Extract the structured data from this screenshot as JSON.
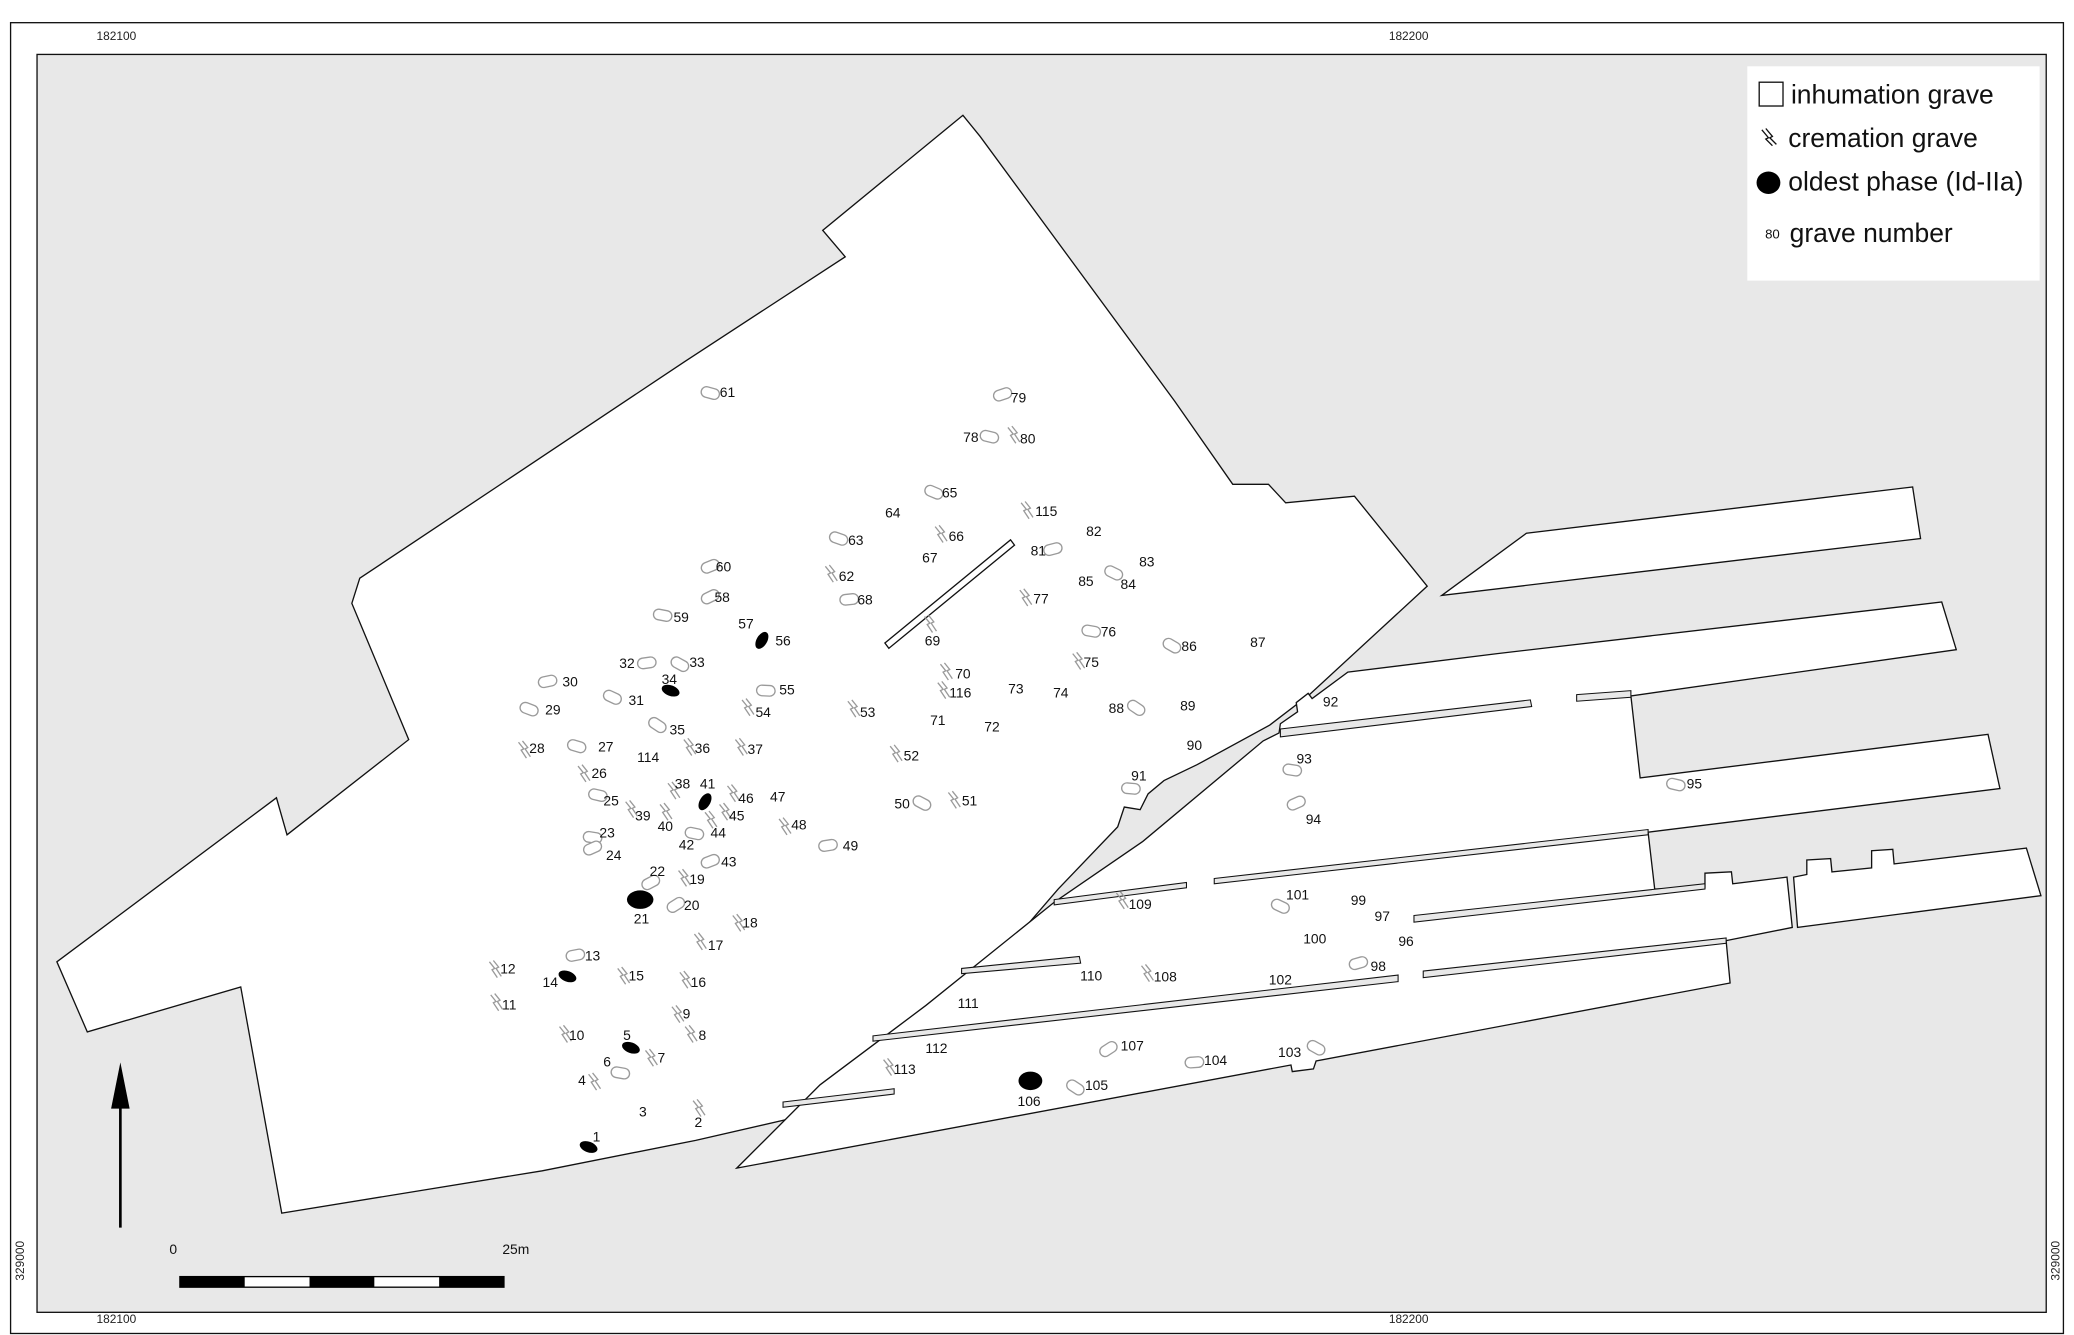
{
  "grid": {
    "easting_left": "182100",
    "easting_right": "182200",
    "northing": "329000"
  },
  "legend": {
    "items": [
      {
        "symbol": "inhumation-square",
        "label": "inhumation grave"
      },
      {
        "symbol": "cremation-zigzag",
        "label": "cremation grave"
      },
      {
        "symbol": "black-dot",
        "label": "oldest phase (Id-IIa)"
      },
      {
        "symbol": "number-sample",
        "sample": "80",
        "label": "grave number"
      }
    ]
  },
  "scale_bar": {
    "start_label": "0",
    "end_label": "25m"
  },
  "north_arrow": {
    "icon": "north-arrow-icon"
  },
  "colors": {
    "background": "#e8e8e8",
    "excavated_area": "#ffffff",
    "grave_outline": "#9a9a9a",
    "oldest_phase": "#000000"
  },
  "graves": [
    {
      "n": "1",
      "type": "oldest"
    },
    {
      "n": "2",
      "type": "cremation"
    },
    {
      "n": "3",
      "type": "none"
    },
    {
      "n": "4",
      "type": "cremation"
    },
    {
      "n": "5",
      "type": "oldest"
    },
    {
      "n": "6",
      "type": "inhumation"
    },
    {
      "n": "7",
      "type": "cremation"
    },
    {
      "n": "8",
      "type": "cremation"
    },
    {
      "n": "9",
      "type": "cremation"
    },
    {
      "n": "10",
      "type": "cremation"
    },
    {
      "n": "11",
      "type": "cremation"
    },
    {
      "n": "12",
      "type": "cremation"
    },
    {
      "n": "13",
      "type": "inhumation"
    },
    {
      "n": "14",
      "type": "oldest"
    },
    {
      "n": "15",
      "type": "cremation"
    },
    {
      "n": "16",
      "type": "cremation"
    },
    {
      "n": "17",
      "type": "cremation"
    },
    {
      "n": "18",
      "type": "cremation"
    },
    {
      "n": "19",
      "type": "cremation"
    },
    {
      "n": "20",
      "type": "inhumation"
    },
    {
      "n": "21",
      "type": "oldest"
    },
    {
      "n": "22",
      "type": "inhumation"
    },
    {
      "n": "23",
      "type": "inhumation"
    },
    {
      "n": "24",
      "type": "inhumation"
    },
    {
      "n": "25",
      "type": "inhumation"
    },
    {
      "n": "26",
      "type": "cremation"
    },
    {
      "n": "27",
      "type": "inhumation"
    },
    {
      "n": "28",
      "type": "cremation"
    },
    {
      "n": "29",
      "type": "inhumation"
    },
    {
      "n": "30",
      "type": "inhumation"
    },
    {
      "n": "31",
      "type": "inhumation"
    },
    {
      "n": "32",
      "type": "inhumation"
    },
    {
      "n": "33",
      "type": "inhumation"
    },
    {
      "n": "34",
      "type": "oldest"
    },
    {
      "n": "35",
      "type": "inhumation"
    },
    {
      "n": "36",
      "type": "cremation"
    },
    {
      "n": "37",
      "type": "cremation"
    },
    {
      "n": "38",
      "type": "cremation"
    },
    {
      "n": "39",
      "type": "cremation"
    },
    {
      "n": "40",
      "type": "cremation"
    },
    {
      "n": "41",
      "type": "oldest"
    },
    {
      "n": "42",
      "type": "inhumation"
    },
    {
      "n": "43",
      "type": "inhumation"
    },
    {
      "n": "44",
      "type": "cremation"
    },
    {
      "n": "45",
      "type": "cremation"
    },
    {
      "n": "46",
      "type": "cremation"
    },
    {
      "n": "47",
      "type": "none"
    },
    {
      "n": "48",
      "type": "cremation"
    },
    {
      "n": "49",
      "type": "inhumation"
    },
    {
      "n": "50",
      "type": "inhumation"
    },
    {
      "n": "51",
      "type": "cremation"
    },
    {
      "n": "52",
      "type": "cremation"
    },
    {
      "n": "53",
      "type": "cremation"
    },
    {
      "n": "54",
      "type": "cremation"
    },
    {
      "n": "55",
      "type": "inhumation"
    },
    {
      "n": "56",
      "type": "oldest"
    },
    {
      "n": "57",
      "type": "none"
    },
    {
      "n": "58",
      "type": "inhumation"
    },
    {
      "n": "59",
      "type": "inhumation"
    },
    {
      "n": "60",
      "type": "inhumation"
    },
    {
      "n": "61",
      "type": "inhumation"
    },
    {
      "n": "62",
      "type": "cremation"
    },
    {
      "n": "63",
      "type": "inhumation"
    },
    {
      "n": "64",
      "type": "none"
    },
    {
      "n": "65",
      "type": "inhumation"
    },
    {
      "n": "66",
      "type": "cremation"
    },
    {
      "n": "67",
      "type": "none"
    },
    {
      "n": "68",
      "type": "inhumation"
    },
    {
      "n": "69",
      "type": "cremation"
    },
    {
      "n": "70",
      "type": "cremation"
    },
    {
      "n": "71",
      "type": "none"
    },
    {
      "n": "72",
      "type": "none"
    },
    {
      "n": "73",
      "type": "none"
    },
    {
      "n": "74",
      "type": "none"
    },
    {
      "n": "75",
      "type": "cremation"
    },
    {
      "n": "76",
      "type": "inhumation"
    },
    {
      "n": "77",
      "type": "cremation"
    },
    {
      "n": "78",
      "type": "inhumation"
    },
    {
      "n": "79",
      "type": "inhumation"
    },
    {
      "n": "80",
      "type": "cremation"
    },
    {
      "n": "81",
      "type": "inhumation"
    },
    {
      "n": "82",
      "type": "none"
    },
    {
      "n": "83",
      "type": "none"
    },
    {
      "n": "84",
      "type": "inhumation"
    },
    {
      "n": "85",
      "type": "none"
    },
    {
      "n": "86",
      "type": "inhumation"
    },
    {
      "n": "87",
      "type": "none"
    },
    {
      "n": "88",
      "type": "inhumation"
    },
    {
      "n": "89",
      "type": "none"
    },
    {
      "n": "90",
      "type": "none"
    },
    {
      "n": "91",
      "type": "inhumation"
    },
    {
      "n": "92",
      "type": "none"
    },
    {
      "n": "93",
      "type": "inhumation"
    },
    {
      "n": "94",
      "type": "inhumation"
    },
    {
      "n": "95",
      "type": "inhumation"
    },
    {
      "n": "96",
      "type": "none"
    },
    {
      "n": "97",
      "type": "none"
    },
    {
      "n": "98",
      "type": "inhumation"
    },
    {
      "n": "99",
      "type": "none"
    },
    {
      "n": "100",
      "type": "none"
    },
    {
      "n": "101",
      "type": "inhumation"
    },
    {
      "n": "102",
      "type": "none"
    },
    {
      "n": "103",
      "type": "inhumation"
    },
    {
      "n": "104",
      "type": "inhumation"
    },
    {
      "n": "105",
      "type": "inhumation"
    },
    {
      "n": "106",
      "type": "oldest"
    },
    {
      "n": "107",
      "type": "inhumation"
    },
    {
      "n": "108",
      "type": "cremation"
    },
    {
      "n": "109",
      "type": "cremation"
    },
    {
      "n": "110",
      "type": "none"
    },
    {
      "n": "111",
      "type": "none"
    },
    {
      "n": "112",
      "type": "none"
    },
    {
      "n": "113",
      "type": "cremation"
    },
    {
      "n": "114",
      "type": "none"
    },
    {
      "n": "115",
      "type": "cremation"
    },
    {
      "n": "116",
      "type": "cremation"
    }
  ]
}
